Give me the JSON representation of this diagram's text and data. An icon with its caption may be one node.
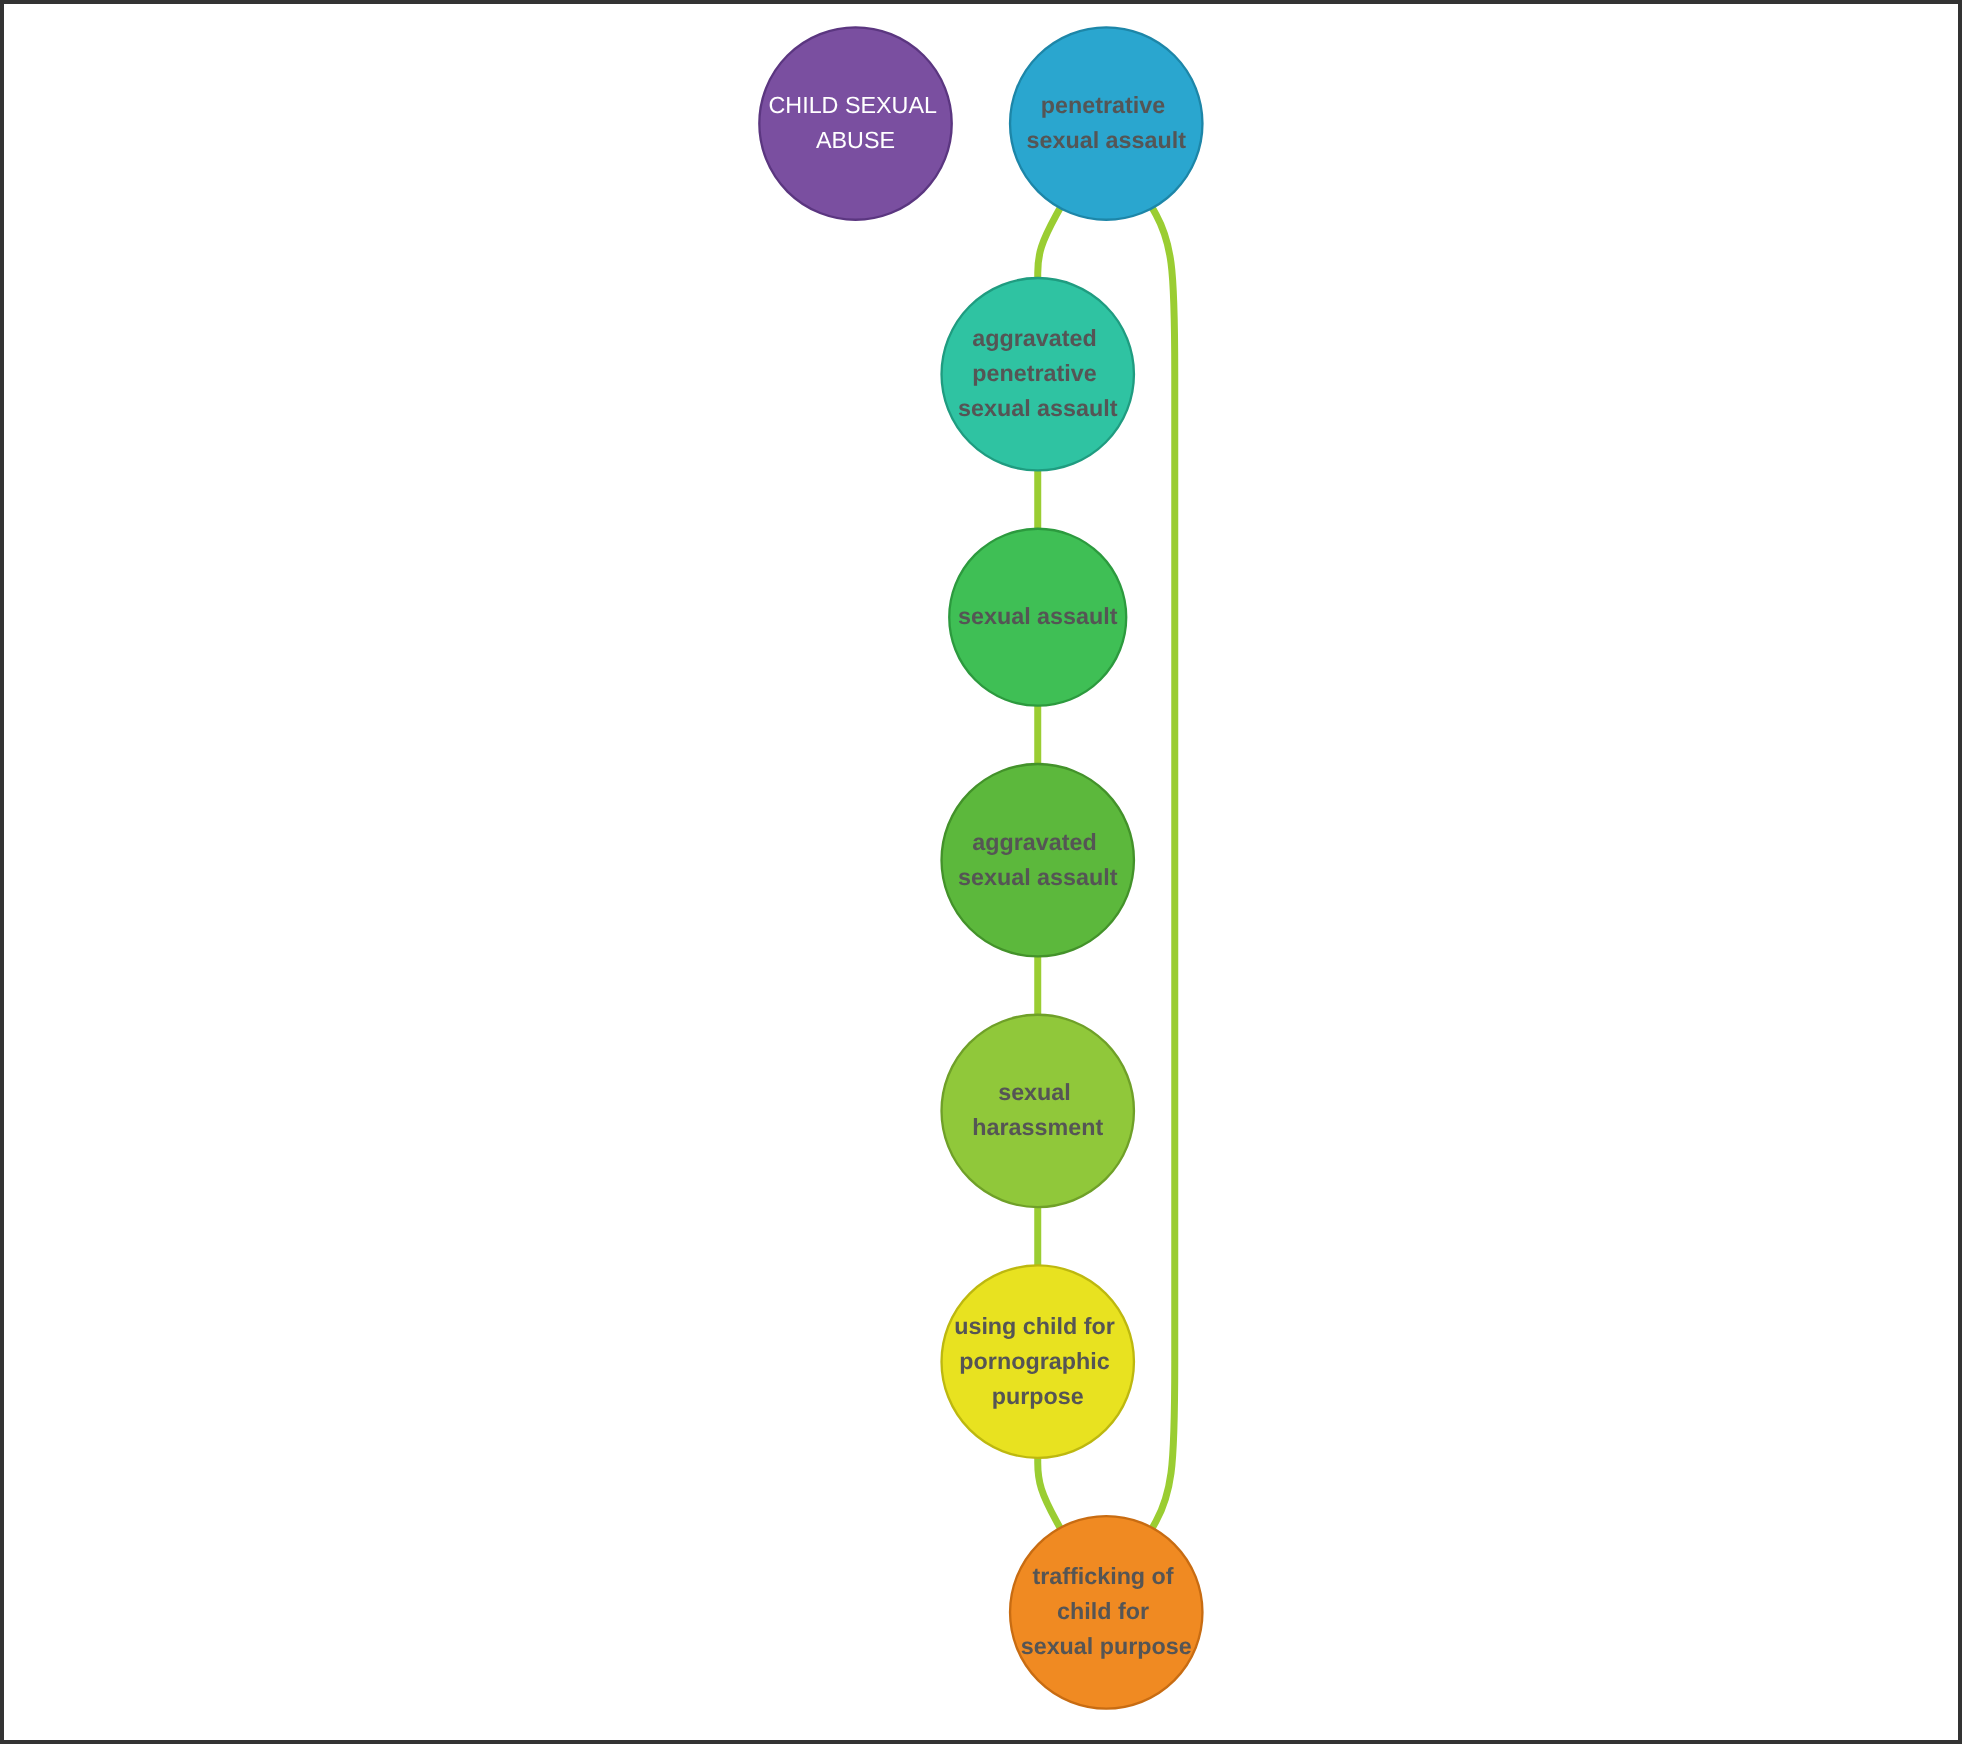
{
  "diagram": {
    "nodes": [
      {
        "text": [
          "CHILD SEXUAL ABUSE"
        ]
      },
      {
        "text": [
          "penetrative sexual assault"
        ]
      },
      {
        "text": [
          "aggravated penetrative sexual assault"
        ]
      },
      {
        "text": [
          "sexual assault"
        ]
      },
      {
        "text": [
          "aggravated sexual assault"
        ]
      },
      {
        "text": [
          "sexual harassment"
        ]
      },
      {
        "text": [
          "using child for pornographic purpose"
        ]
      },
      {
        "text": [
          "trafficking of child for sexual purpose"
        ]
      }
    ],
    "edges": [
      {
        "from": 1,
        "to": 2,
        "arrow": "none"
      },
      {
        "from": 2,
        "to": 3,
        "arrow": "none"
      },
      {
        "from": 3,
        "to": 4,
        "arrow": "none"
      },
      {
        "from": 4,
        "to": 5,
        "arrow": "none"
      },
      {
        "from": 5,
        "to": 6,
        "arrow": "none"
      },
      {
        "from": 6,
        "to": 7,
        "arrow": "none"
      },
      {
        "from": 7,
        "to": 1,
        "arrow": "none"
      }
    ]
  }
}
